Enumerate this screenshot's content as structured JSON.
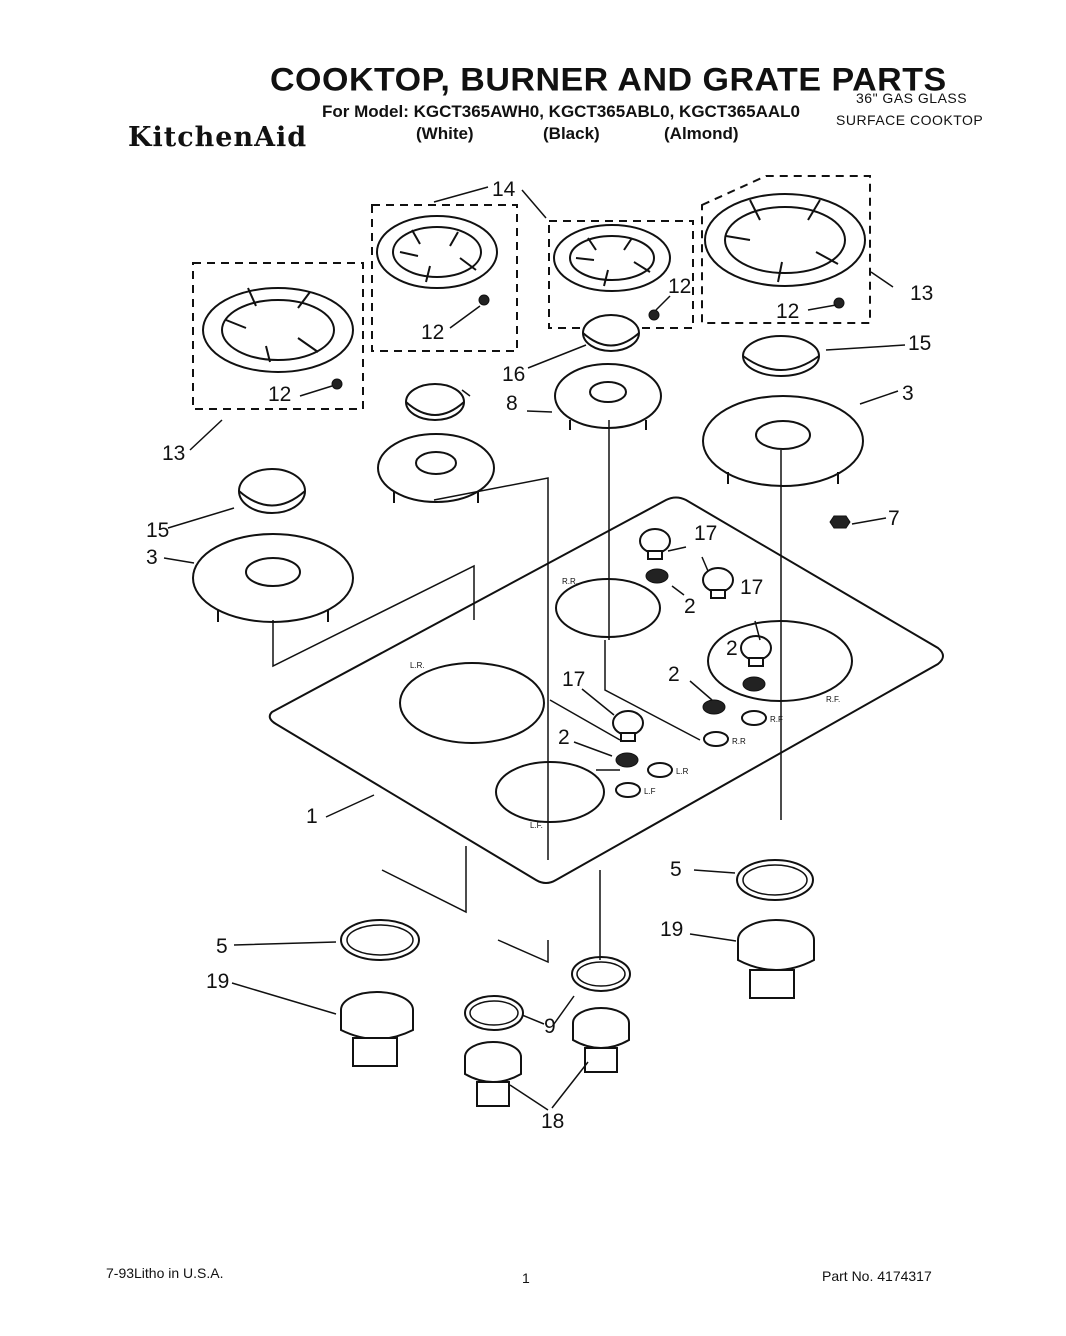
{
  "header": {
    "title": "COOKTOP, BURNER AND GRATE PARTS",
    "for_model": "For Model: KGCT365AWH0, KGCT365ABL0, KGCT365AAL0",
    "brand": "KitchenAid",
    "variants": [
      "(White)",
      "(Black)",
      "(Almond)"
    ],
    "product_line1": "36\" GAS GLASS",
    "product_line2": "SURFACE COOKTOP"
  },
  "callouts": {
    "c14": "14",
    "c13a": "13",
    "c13b": "13",
    "c12a": "12",
    "c12b": "12",
    "c12c": "12",
    "c12d": "12",
    "c16": "16",
    "c8": "8",
    "c15a": "15",
    "c15b": "15",
    "c3a": "3",
    "c3b": "3",
    "c7": "7",
    "c17a": "17",
    "c17b": "17",
    "c17c": "17",
    "c2a": "2",
    "c2b": "2",
    "c2c": "2",
    "c2d": "2",
    "c1": "1",
    "c5a": "5",
    "c5b": "5",
    "c19a": "19",
    "c19b": "19",
    "c9": "9",
    "c18": "18"
  },
  "zone_labels": {
    "lr": "L.R.",
    "rr": "R.R.",
    "rf": "R.F.",
    "lf": "L.F.",
    "hole_rr": "R.R",
    "hole_rf": "R.F",
    "hole_lr": "L.R",
    "hole_lf": "L.F"
  },
  "footer": {
    "litho": "7-93Litho in U.S.A.",
    "page": "1",
    "part_no": "Part No. 4174317"
  }
}
